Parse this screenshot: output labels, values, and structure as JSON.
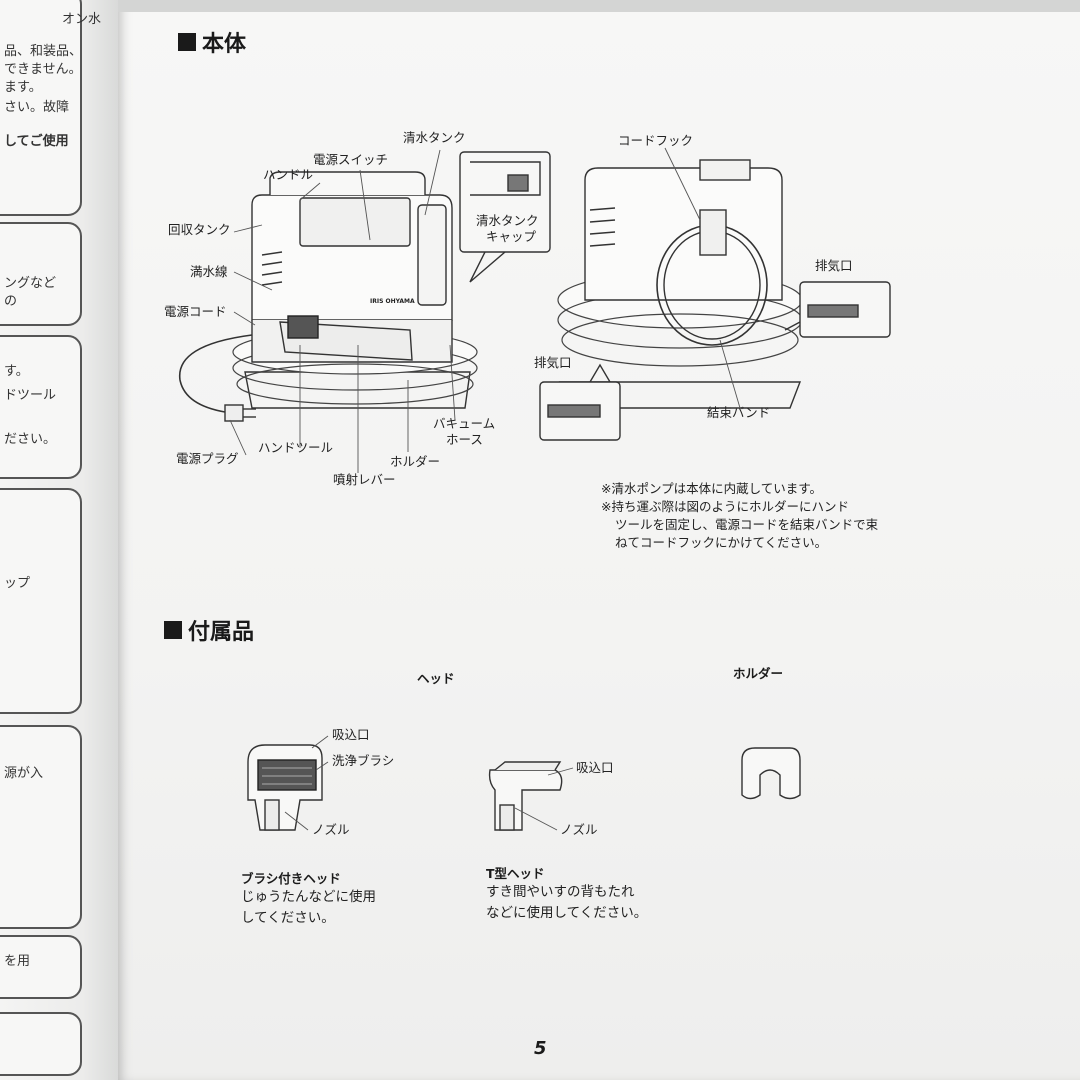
{
  "left_page": {
    "fragments": [
      "オン水",
      "品、和装品、",
      "できません。",
      "ます。",
      "さい。故障",
      "してご使用",
      "ングなど",
      "の",
      "す。",
      "ドツール",
      "ださい。",
      "ップ",
      "源が入",
      "を用"
    ]
  },
  "main_unit": {
    "heading": "本体",
    "labels": {
      "clean_tank": "清水タンク",
      "power_switch": "電源スイッチ",
      "handle": "ハンドル",
      "recovery_tank": "回収タンク",
      "full_line": "満水線",
      "power_cord": "電源コード",
      "power_plug": "電源プラグ",
      "hand_tool": "ハンドツール",
      "spray_lever": "噴射レバー",
      "holder": "ホルダー",
      "vacuum_hose_1": "バキューム",
      "vacuum_hose_2": "ホース",
      "tank_cap_1": "清水タンク",
      "tank_cap_2": "キャップ",
      "cord_hook": "コードフック",
      "exhaust_1": "排気口",
      "exhaust_2": "排気口",
      "binding_band": "結束バンド",
      "brand": "IRIS OHYAMA"
    },
    "notes": [
      "※清水ポンプは本体に内蔵しています。",
      "※持ち運ぶ際は図のようにホルダーにハンド",
      "ツールを固定し、電源コードを結束バンドで束",
      "ねてコードフックにかけてください。"
    ]
  },
  "accessories": {
    "heading": "付属品",
    "head_label": "ヘッド",
    "holder_label": "ホルダー",
    "brush_head": {
      "suction": "吸込口",
      "brush": "洗浄ブラシ",
      "nozzle": "ノズル",
      "title": "ブラシ付きヘッド",
      "desc_1": "じゅうたんなどに使用",
      "desc_2": "してください。"
    },
    "t_head": {
      "suction": "吸込口",
      "nozzle": "ノズル",
      "title": "T型ヘッド",
      "desc_1": "すき間やいすの背もたれ",
      "desc_2": "などに使用してください。"
    }
  },
  "page_number": "5"
}
